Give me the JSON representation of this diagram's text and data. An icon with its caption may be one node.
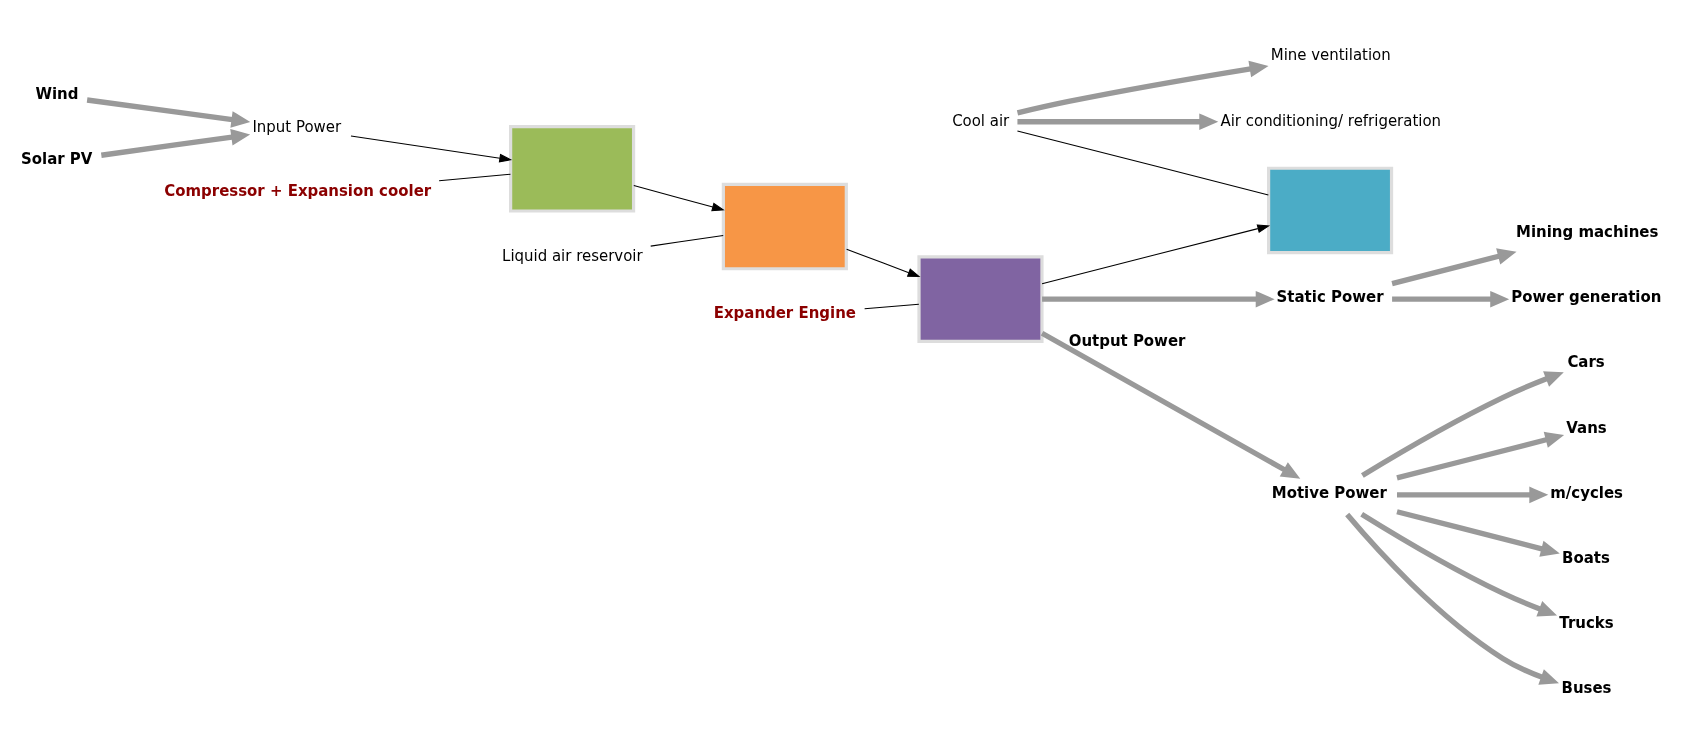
{
  "diagram": {
    "nodes": [
      {
        "text": [
          "Wind"
        ]
      },
      {
        "text": [
          "Solar PV"
        ]
      },
      {
        "text": [
          "Input Power"
        ]
      },
      {
        "text": [],
        "shape": "box"
      },
      {
        "text": [
          "Compressor + Expansion cooler"
        ]
      },
      {
        "text": [],
        "shape": "box"
      },
      {
        "text": [
          "Liquid air reservoir"
        ]
      },
      {
        "text": [],
        "shape": "box"
      },
      {
        "text": [
          "Expander Engine"
        ]
      },
      {
        "text": [],
        "shape": "box"
      },
      {
        "text": [
          "Cool air"
        ]
      },
      {
        "text": [
          "Mine ventilation"
        ]
      },
      {
        "text": [
          "Air conditioning/ refrigeration"
        ]
      },
      {
        "text": [
          "Motive Power"
        ]
      },
      {
        "text": [
          "Static Power"
        ]
      },
      {
        "text": [
          "Trucks"
        ]
      },
      {
        "text": [
          "Buses"
        ]
      },
      {
        "text": [
          "Cars"
        ]
      },
      {
        "text": [
          "Vans"
        ]
      },
      {
        "text": [
          "m/cycles"
        ]
      },
      {
        "text": [
          "Boats"
        ]
      },
      {
        "text": [
          "Mining machines"
        ]
      },
      {
        "text": [
          "Power generation"
        ]
      }
    ],
    "edges": [
      {
        "from": 0,
        "to": 2,
        "arrow": "to"
      },
      {
        "from": 1,
        "to": 2,
        "arrow": "to"
      },
      {
        "from": 2,
        "to": 3,
        "arrow": "to",
        "color": "#000000"
      },
      {
        "from": 3,
        "to": 5,
        "arrow": "to",
        "color": "#000000"
      },
      {
        "from": 5,
        "to": 7,
        "arrow": "to",
        "color": "#000000"
      },
      {
        "from": 7,
        "to": 9,
        "arrow": "to",
        "color": "#000000"
      },
      {
        "from": 4,
        "to": 3,
        "arrow": "none",
        "color": "#000000"
      },
      {
        "from": 6,
        "to": 5,
        "arrow": "none",
        "color": "#000000"
      },
      {
        "from": 8,
        "to": 7,
        "arrow": "none",
        "color": "#000000"
      },
      {
        "from": 10,
        "to": 9,
        "arrow": "none",
        "color": "#000000"
      },
      {
        "from": 10,
        "to": 11,
        "arrow": "to"
      },
      {
        "from": 10,
        "to": 12,
        "arrow": "to"
      },
      {
        "from": 7,
        "to": 13,
        "arrow": "to",
        "label": "Output Power"
      },
      {
        "from": 7,
        "to": 14,
        "arrow": "to"
      },
      {
        "from": 13,
        "to": 15,
        "arrow": "to"
      },
      {
        "from": 13,
        "to": 16,
        "arrow": "to"
      },
      {
        "from": 13,
        "to": 17,
        "arrow": "to"
      },
      {
        "from": 13,
        "to": 18,
        "arrow": "to"
      },
      {
        "from": 13,
        "to": 19,
        "arrow": "to"
      },
      {
        "from": 13,
        "to": 20,
        "arrow": "to"
      },
      {
        "from": 14,
        "to": 21,
        "arrow": "to"
      },
      {
        "from": 14,
        "to": 22,
        "arrow": "to"
      }
    ]
  }
}
